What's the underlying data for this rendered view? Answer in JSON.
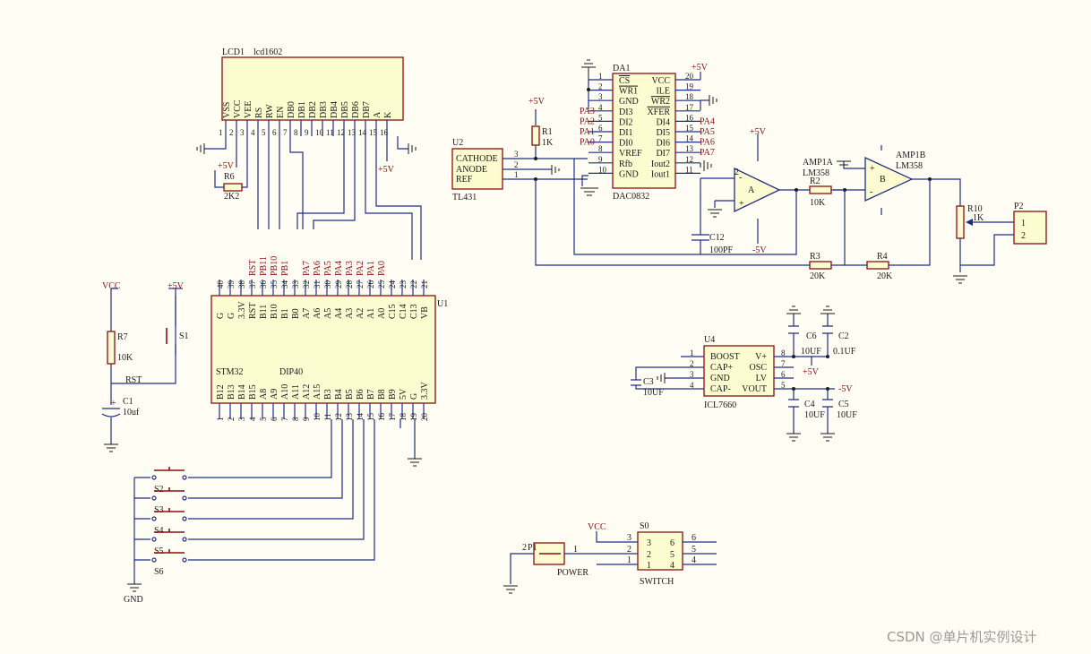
{
  "lcd": {
    "ref": "LCD1",
    "part": "lcd1602",
    "pins": [
      "VSS",
      "VCC",
      "VEE",
      "RS",
      "RW",
      "EN",
      "DB0",
      "DB1",
      "DB2",
      "DB3",
      "DB4",
      "DB5",
      "DB6",
      "DB7",
      "A",
      "K"
    ],
    "nums": [
      "1",
      "2",
      "3",
      "4",
      "5",
      "6",
      "7",
      "8",
      "9",
      "10",
      "11",
      "12",
      "13",
      "14",
      "15",
      "16"
    ]
  },
  "mcu": {
    "ref": "U1",
    "part": "STM32",
    "pkg": "DIP40",
    "top_nets": [
      "RST",
      "PB11",
      "PB10",
      "PB1",
      "PA7",
      "PA6",
      "PA5",
      "PA4",
      "PA3",
      "PA2",
      "PA1",
      "PA0"
    ],
    "top_pins": [
      "G",
      "G",
      "3.3V",
      "RST",
      "B11",
      "B10",
      "B1",
      "B0",
      "A7",
      "A6",
      "A5",
      "A4",
      "A3",
      "A2",
      "A1",
      "A0",
      "C15",
      "C14",
      "C13",
      "VB"
    ],
    "top_nums": [
      "40",
      "39",
      "38",
      "37",
      "36",
      "35",
      "34",
      "33",
      "32",
      "31",
      "30",
      "29",
      "28",
      "27",
      "26",
      "25",
      "24",
      "23",
      "22",
      "21"
    ],
    "bot_pins": [
      "B12",
      "B13",
      "B14",
      "B15",
      "A8",
      "A9",
      "A10",
      "A11",
      "A12",
      "A15",
      "B3",
      "B4",
      "B5",
      "B6",
      "B7",
      "B8",
      "B9",
      "5V",
      "G",
      "3.3V"
    ],
    "bot_nums": [
      "1",
      "2",
      "3",
      "4",
      "5",
      "6",
      "7",
      "8",
      "9",
      "10",
      "11",
      "12",
      "13",
      "14",
      "15",
      "16",
      "17",
      "18",
      "19",
      "20"
    ]
  },
  "dac": {
    "ref": "DA1",
    "part": "DAC0832",
    "left_pins": [
      "CS",
      "WR1",
      "GND",
      "DI3",
      "DI2",
      "DI1",
      "DI0",
      "VREF",
      "Rfb",
      "GND"
    ],
    "left_nums": [
      "1",
      "2",
      "3",
      "4",
      "5",
      "6",
      "7",
      "8",
      "9",
      "10"
    ],
    "left_nets": [
      "PA3",
      "PA2",
      "PA1",
      "PA0"
    ],
    "right_pins": [
      "VCC",
      "ILE",
      "WR2",
      "XFER",
      "DI4",
      "DI5",
      "DI6",
      "DI7",
      "Iout2",
      "Iout1"
    ],
    "right_nums": [
      "20",
      "19",
      "18",
      "17",
      "16",
      "15",
      "14",
      "13",
      "12",
      "11"
    ],
    "right_nets": [
      "PA4",
      "PA5",
      "PA6",
      "PA7"
    ]
  },
  "tl431": {
    "ref": "U2",
    "part": "TL431",
    "pins": [
      "CATHODE",
      "ANODE",
      "REF"
    ],
    "nums": [
      "3",
      "2",
      "1"
    ]
  },
  "icl": {
    "ref": "U4",
    "part": "ICL7660",
    "left_pins": [
      "BOOST",
      "CAP+",
      "GND",
      "CAP-"
    ],
    "left_nums": [
      "1",
      "2",
      "3",
      "4"
    ],
    "right_pins": [
      "V+",
      "OSC",
      "LV",
      "VOUT"
    ],
    "right_nums": [
      "8",
      "7",
      "6",
      "5"
    ]
  },
  "amp": {
    "a_ref": "AMP1A",
    "a_part": "LM358",
    "a_label": "A",
    "b_ref": "AMP1B",
    "b_part": "LM358",
    "b_label": "B"
  },
  "components": {
    "R1": [
      "R1",
      "1K"
    ],
    "R2": [
      "R2",
      "10K"
    ],
    "R3": [
      "R3",
      "20K"
    ],
    "R4": [
      "R4",
      "20K"
    ],
    "R6": [
      "R6",
      "2K2"
    ],
    "R7": [
      "R7",
      "10K"
    ],
    "R10": [
      "R10",
      "1K"
    ],
    "C1": [
      "C1",
      "10uf"
    ],
    "C2": [
      "C2",
      "0.1UF"
    ],
    "C3": [
      "C3",
      "10UF"
    ],
    "C4": [
      "C4",
      "10UF"
    ],
    "C5": [
      "C5",
      "10UF"
    ],
    "C6": [
      "C6",
      "10UF"
    ],
    "C12": [
      "C12",
      "100PF"
    ]
  },
  "connectors": {
    "P2": {
      "ref": "P2",
      "pins": [
        "1",
        "2"
      ]
    },
    "P1": {
      "ref": "P1",
      "part": "POWER"
    },
    "S0": {
      "ref": "S0",
      "part": "SWITCH",
      "left": [
        "3",
        "2",
        "1"
      ],
      "right": [
        "6",
        "5",
        "4"
      ]
    }
  },
  "buttons": [
    "S1",
    "S2",
    "S3",
    "S4",
    "S5",
    "S6"
  ],
  "nets": {
    "p5v": "+5V",
    "m5v": "-5V",
    "vcc": "VCC",
    "gnd": "GND",
    "rst": "RST"
  },
  "misc": {
    "plus": "+",
    "minus": "-",
    "p1_pin2": "2",
    "p1_pin1": "1"
  },
  "watermark": "CSDN @单片机实例设计",
  "colors": {
    "wire": "#1f2f86",
    "body": "#8a1010",
    "fill": "#fdfbd0",
    "background": "#fffdf4"
  }
}
